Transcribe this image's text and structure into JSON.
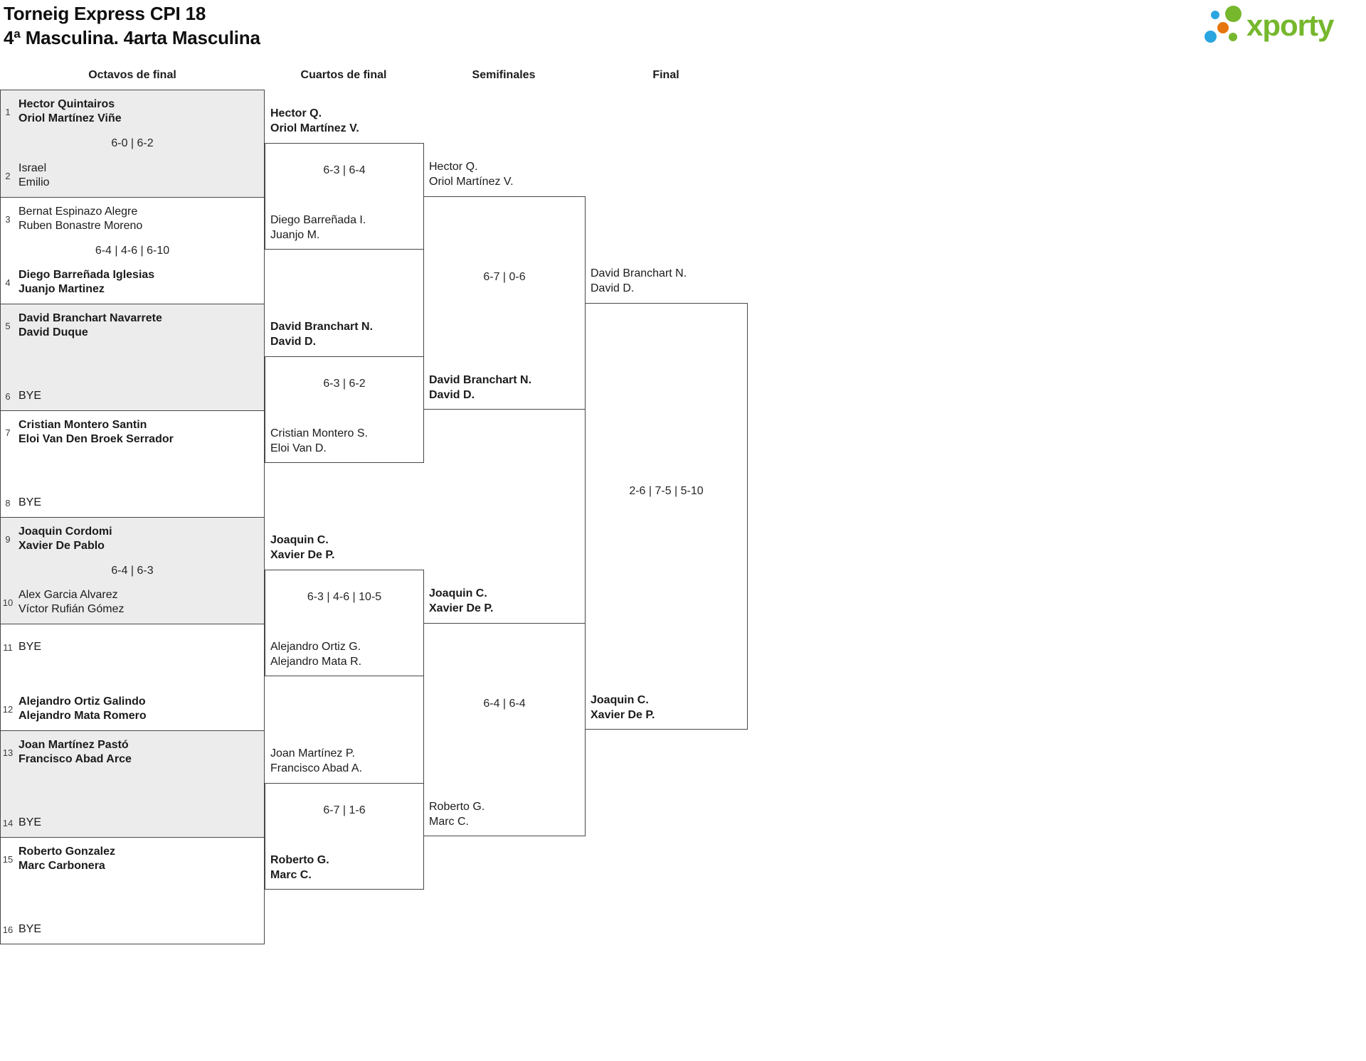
{
  "page": {
    "title_line1": "Torneig Express CPI 18",
    "title_line2": "4ª Masculina. 4arta Masculina"
  },
  "logo": {
    "text": "xporty",
    "green": "#76b72d",
    "blue": "#2aa5df",
    "orange": "#e6760e"
  },
  "rounds": [
    {
      "label": "Octavos de final"
    },
    {
      "label": "Cuartos de final"
    },
    {
      "label": "Semifinales"
    },
    {
      "label": "Final"
    }
  ],
  "r1": [
    {
      "seed_a": "1",
      "a1": "Hector Quintairos",
      "a2": "Oriol Martínez Viñe",
      "a_bold": true,
      "score": "6-0 | 6-2",
      "seed_b": "2",
      "b1": "Israel",
      "b2": "Emilio",
      "b_bold": false,
      "shaded": true
    },
    {
      "seed_a": "3",
      "a1": "Bernat Espinazo Alegre",
      "a2": "Ruben Bonastre Moreno",
      "a_bold": false,
      "score": "6-4 | 4-6 | 6-10",
      "seed_b": "4",
      "b1": "Diego Barreñada Iglesias",
      "b2": "Juanjo Martinez",
      "b_bold": true,
      "shaded": false
    },
    {
      "seed_a": "5",
      "a1": "David Branchart Navarrete",
      "a2": "David Duque",
      "a_bold": true,
      "score": "",
      "seed_b": "6",
      "b1": "BYE",
      "b2": "",
      "b_bold": false,
      "shaded": true
    },
    {
      "seed_a": "7",
      "a1": "Cristian Montero Santin",
      "a2": "Eloi Van Den Broek Serrador",
      "a_bold": true,
      "score": "",
      "seed_b": "8",
      "b1": "BYE",
      "b2": "",
      "b_bold": false,
      "shaded": false
    },
    {
      "seed_a": "9",
      "a1": "Joaquin Cordomi",
      "a2": "Xavier De Pablo",
      "a_bold": true,
      "score": "6-4 | 6-3",
      "seed_b": "10",
      "b1": "Alex Garcia Alvarez",
      "b2": "Víctor Rufián Gómez",
      "b_bold": false,
      "shaded": true
    },
    {
      "seed_a": "11",
      "a1": "BYE",
      "a2": "",
      "a_bold": false,
      "score": "",
      "seed_b": "12",
      "b1": "Alejandro Ortiz Galindo",
      "b2": "Alejandro Mata Romero",
      "b_bold": true,
      "shaded": false
    },
    {
      "seed_a": "13",
      "a1": "Joan Martínez Pastó",
      "a2": "Francisco Abad Arce",
      "a_bold": true,
      "score": "",
      "seed_b": "14",
      "b1": "BYE",
      "b2": "",
      "b_bold": false,
      "shaded": true
    },
    {
      "seed_a": "15",
      "a1": "Roberto Gonzalez",
      "a2": "Marc Carbonera",
      "a_bold": true,
      "score": "",
      "seed_b": "16",
      "b1": "BYE",
      "b2": "",
      "b_bold": false,
      "shaded": false
    }
  ],
  "qf": [
    {
      "a1": "Hector Q.",
      "a2": "Oriol Martínez V.",
      "a_bold": true,
      "score": "6-3 | 6-4",
      "b1": "Diego Barreñada I.",
      "b2": "Juanjo M.",
      "b_bold": false
    },
    {
      "a1": "David Branchart N.",
      "a2": "David D.",
      "a_bold": true,
      "score": "6-3 | 6-2",
      "b1": "Cristian Montero S.",
      "b2": "Eloi Van D.",
      "b_bold": false
    },
    {
      "a1": "Joaquin C.",
      "a2": "Xavier De P.",
      "a_bold": true,
      "score": "6-3 | 4-6 | 10-5",
      "b1": "Alejandro Ortiz G.",
      "b2": "Alejandro Mata R.",
      "b_bold": false
    },
    {
      "a1": "Joan Martínez P.",
      "a2": "Francisco Abad A.",
      "a_bold": false,
      "score": "6-7 | 1-6",
      "b1": "Roberto G.",
      "b2": "Marc C.",
      "b_bold": true
    }
  ],
  "sf": [
    {
      "a1": "Hector Q.",
      "a2": "Oriol Martínez V.",
      "a_bold": false,
      "score": "6-7 | 0-6",
      "b1": "David Branchart N.",
      "b2": "David D.",
      "b_bold": true
    },
    {
      "a1": "Joaquin C.",
      "a2": "Xavier De P.",
      "a_bold": true,
      "score": "6-4 | 6-4",
      "b1": "Roberto G.",
      "b2": "Marc C.",
      "b_bold": false
    }
  ],
  "final": {
    "a1": "David Branchart N.",
    "a2": "David D.",
    "a_bold": false,
    "score": "2-6 | 7-5 | 5-10",
    "b1": "Joaquin C.",
    "b2": "Xavier De P.",
    "b_bold": true
  }
}
